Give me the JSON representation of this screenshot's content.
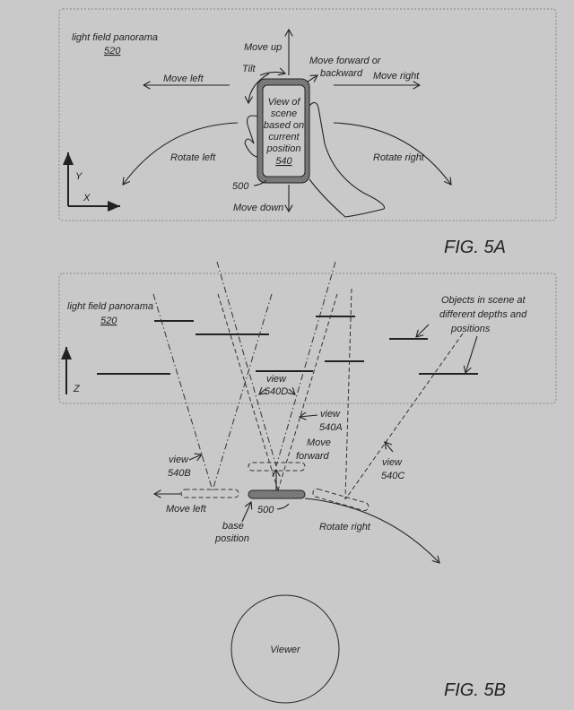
{
  "fig5a": {
    "caption": "FIG. 5A",
    "panorama_label": "light field panorama",
    "panorama_ref": "520",
    "move_up": "Move up",
    "move_down": "Move down",
    "move_left": "Move left",
    "move_right": "Move right",
    "move_forward_line1": "Move forward or",
    "move_forward_line2": "backward",
    "tilt": "Tilt",
    "rotate_left": "Rotate left",
    "rotate_right": "Rotate right",
    "device_ref": "500",
    "screen_lines": [
      "View of",
      "scene",
      "based on",
      "current",
      "position"
    ],
    "screen_ref": "540",
    "axis_y": "Y",
    "axis_x": "X"
  },
  "fig5b": {
    "caption": "FIG. 5B",
    "panorama_label": "light field panorama",
    "panorama_ref": "520",
    "axis_z": "Z",
    "objects_lines": [
      "Objects in scene at",
      "different depths and",
      "positions"
    ],
    "view_word": "view",
    "view_540d": "540D",
    "view_540a": "540A",
    "view_540b": "540B",
    "view_540c": "540C",
    "move_forward_line1": "Move",
    "move_forward_line2": "forward",
    "move_left": "Move left",
    "device_ref": "500",
    "base_line1": "base",
    "base_line2": "position",
    "rotate_right": "Rotate right",
    "viewer": "Viewer"
  }
}
